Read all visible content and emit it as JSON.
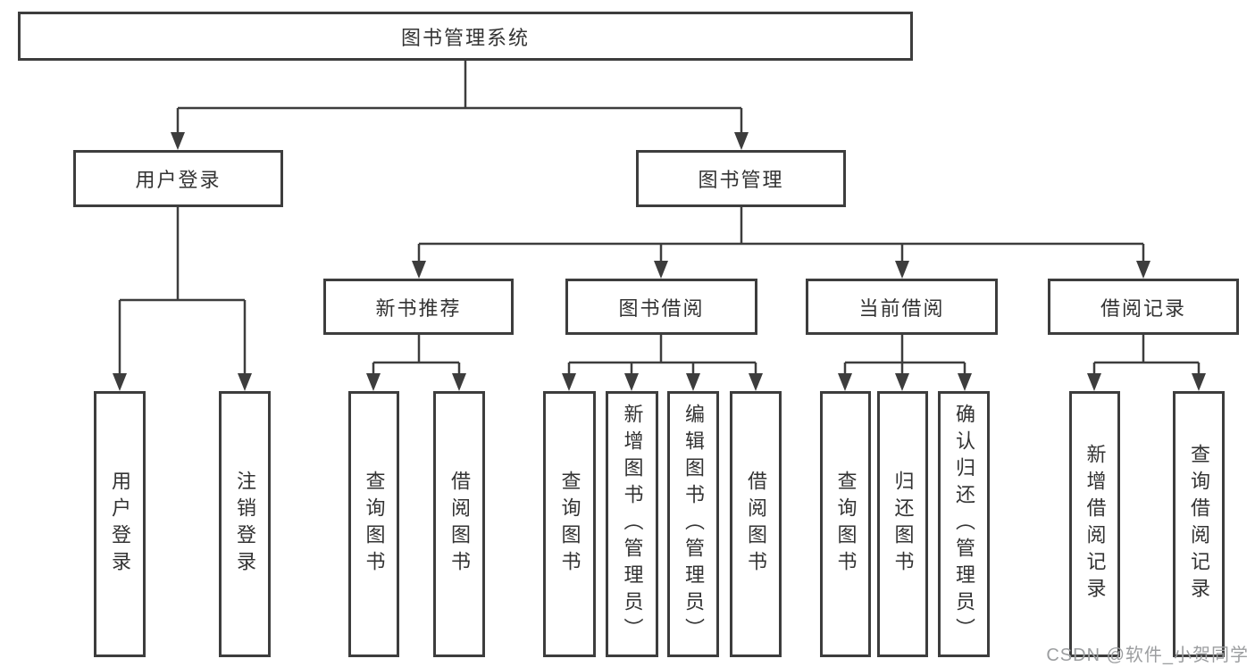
{
  "diagram": {
    "root": {
      "label": "图书管理系统"
    },
    "branches": {
      "user_login": "用户登录",
      "book_mgmt": "图书管理"
    },
    "modules": {
      "new_books": "新书推荐",
      "book_borrow": "图书借阅",
      "current_borrow": "当前借阅",
      "borrow_records": "借阅记录"
    },
    "leaves": {
      "user_login": "用户登录",
      "logout": "注销登录",
      "new_query": "查询图书",
      "new_borrow": "借阅图书",
      "bb_query": "查询图书",
      "bb_add": "新增图书（管理员）",
      "bb_edit": "编辑图书（管理员）",
      "bb_borrow": "借阅图书",
      "cur_query": "查询图书",
      "cur_return": "归还图书",
      "cur_confirm": "确认归还（管理员）",
      "rec_add": "新增借阅记录",
      "rec_query": "查询借阅记录"
    }
  },
  "watermark": {
    "text": "CSDN @软件_小贺同学"
  },
  "colors": {
    "line": "#3d3d3d",
    "text": "#333333",
    "watermark": "#9c9ea0",
    "background": "#ffffff"
  }
}
